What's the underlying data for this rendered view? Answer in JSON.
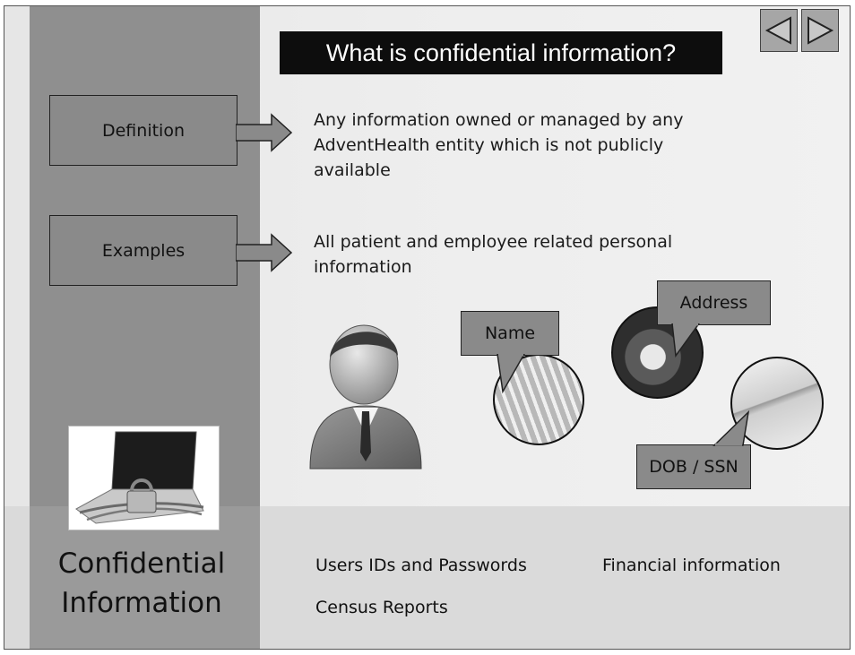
{
  "slide": {
    "title": "What is confidential information?",
    "callouts": {
      "definition": "Definition",
      "examples": "Examples"
    },
    "definition_text": "Any information owned or managed by any AdventHealth entity which is not publicly available",
    "examples_text": "All patient and employee related personal information",
    "bubbles": {
      "name": "Name",
      "address": "Address",
      "dob_ssn": "DOB / SSN"
    },
    "side_title_line1": "Confidential",
    "side_title_line2": "Information",
    "bottom_items": {
      "users": "Users IDs and Passwords",
      "financial": "Financial information",
      "census": "Census Reports"
    }
  },
  "nav": {
    "prev_icon": "triangle-left-icon",
    "next_icon": "triangle-right-icon"
  },
  "colors": {
    "title_bar": "#0d0d0d",
    "left_panel": "#8f8f8f",
    "callout_fill": "#8a8a8a",
    "background": "#ececec"
  }
}
